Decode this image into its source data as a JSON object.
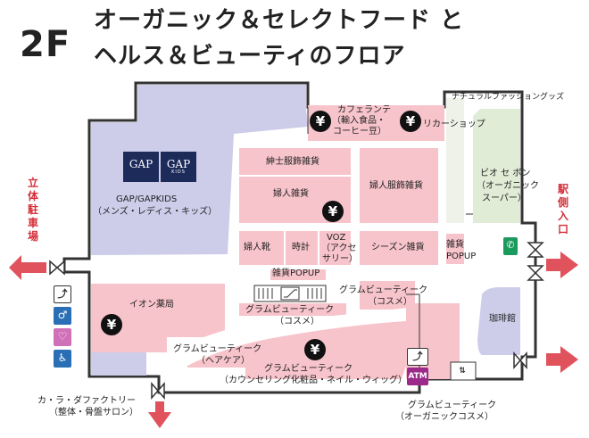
{
  "floor": "2F",
  "title": {
    "line1": "オーガニック＆セレクトフード と",
    "line2": "ヘルス＆ビューティのフロア"
  },
  "colors": {
    "pink": "#f7c4cb",
    "lavender": "#cdcdea",
    "green": "#e1ecd7",
    "arrow": "#e0535c",
    "gap": "#1d2b5b"
  },
  "stores": {
    "gap": "GAP/GAPKIDS",
    "gap_sub": "（メンズ・レディス・キッズ）",
    "gap_logo_text": "GAP",
    "gap_logo_kids": "KIDS",
    "cafe": "カフェランテ",
    "cafe_sub1": "（輸入食品・",
    "cafe_sub2": "コーヒー豆）",
    "liquor": "リカーショップ",
    "natural": "ナチュラルファッショングッズ",
    "gents": "紳士服飾雑貨",
    "ladies_goods": "婦人雑貨",
    "ladies_fashion": "婦人服飾雑貨",
    "bio1": "ビオ セ ボン",
    "bio2": "（オーガニック",
    "bio3": "スーパー）",
    "shoes": "婦人靴",
    "watch": "時計",
    "voz1": "VOZ",
    "voz2": "（アクセ",
    "voz3": "サリー）",
    "season": "シーズン雑貨",
    "zakka_popup1": "雑貨",
    "zakka_popup2": "POPUP",
    "center_popup": "雑貨POPUP",
    "aeon": "イオン薬局",
    "glam_cosme1": "グラムビューティーク",
    "glam_cosme1_sub": "（コスメ）",
    "glam_cosme2": "グラムビューティーク",
    "glam_cosme2_sub": "（コスメ）",
    "glam_hair": "グラムビューティーク",
    "glam_hair_sub": "（ヘアケア）",
    "glam_counsel": "グラムビューティーク",
    "glam_counsel_sub": "（カウンセリング化粧品・ネイル・ウィッグ）",
    "glam_organic": "グラムビューティーク",
    "glam_organic_sub": "（オーガニックコスメ）",
    "coffee": "珈琲館",
    "karada1": "カ・ラ・ダファクトリー",
    "karada2": "（整体・骨盤サロン）",
    "atm": "ATM"
  },
  "exits": {
    "parking": [
      "立",
      "体",
      "駐",
      "車",
      "場"
    ],
    "station": [
      "駅",
      "側",
      "入",
      "口"
    ]
  },
  "icons": [
    "yen-icon",
    "escalator-icon",
    "toilet-icon",
    "nursing-room-icon",
    "accessible-toilet-icon",
    "phone-icon",
    "elevator-icon",
    "stairs-icon",
    "door-icon"
  ],
  "yen_symbol": "¥"
}
